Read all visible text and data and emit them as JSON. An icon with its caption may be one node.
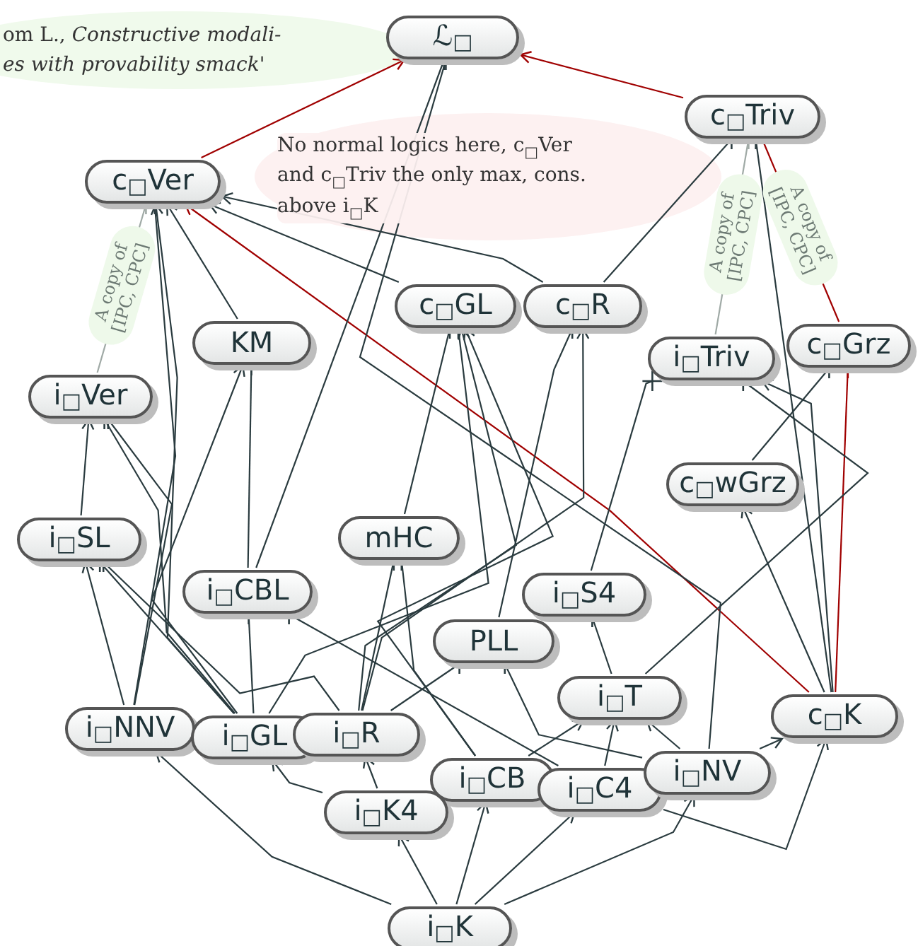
{
  "diagram": {
    "nodes": [
      {
        "text": [
          "ℒ$_{□}$"
        ]
      },
      {
        "text": [
          "c$_{□}$Triv"
        ]
      },
      {
        "text": [
          "c$_{□}$Ver"
        ]
      },
      {
        "text": [
          "c$_{□}$GL"
        ]
      },
      {
        "text": [
          "c$_{□}$R"
        ]
      },
      {
        "text": [
          "KM"
        ]
      },
      {
        "text": [
          "i$_{□}$Triv"
        ]
      },
      {
        "text": [
          "c$_{□}$Grz"
        ]
      },
      {
        "text": [
          "i$_{□}$Ver"
        ]
      },
      {
        "text": [
          "c$_{□}$wGrz"
        ]
      },
      {
        "text": [
          "i$_{□}$SL"
        ]
      },
      {
        "text": [
          "mHC"
        ]
      },
      {
        "text": [
          "i$_{□}$CBL"
        ]
      },
      {
        "text": [
          "i$_{□}$S4"
        ]
      },
      {
        "text": [
          "PLL"
        ]
      },
      {
        "text": [
          "i$_{□}$T"
        ]
      },
      {
        "text": [
          "c$_{□}$K"
        ]
      },
      {
        "text": [
          "i$_{□}$NNV"
        ]
      },
      {
        "text": [
          "i$_{□}$GL"
        ]
      },
      {
        "text": [
          "i$_{□}$R"
        ]
      },
      {
        "text": [
          "i$_{□}$CB"
        ]
      },
      {
        "text": [
          "i$_{□}$C4"
        ]
      },
      {
        "text": [
          "i$_{□}$NV"
        ]
      },
      {
        "text": [
          "i$_{□}$K4"
        ]
      },
      {
        "text": [
          "i$_{□}$K"
        ]
      }
    ],
    "edges": [
      {
        "from": 2,
        "to": 0,
        "arrow": "to",
        "color": "#a00000"
      },
      {
        "from": 1,
        "to": 0,
        "arrow": "to",
        "color": "#a00000"
      },
      {
        "from": 16,
        "to": 2,
        "arrow": "to",
        "color": "#a00000"
      },
      {
        "from": 16,
        "to": 7,
        "arrow": "other",
        "color": "#a00000"
      },
      {
        "from": 7,
        "to": 1,
        "arrow": "none",
        "color": "#a00000",
        "label": "A copy of [IPC, CPC]"
      },
      {
        "from": 8,
        "to": 2,
        "arrow": "other",
        "color": "#a0aaa6",
        "label": "A copy of [IPC, CPC]"
      },
      {
        "from": 6,
        "to": 1,
        "arrow": "other",
        "color": "#a0aaa6",
        "label": "A copy of [IPC, CPC]"
      },
      {
        "from": 24,
        "to": 17,
        "arrow": "to"
      },
      {
        "from": 24,
        "to": 23,
        "arrow": "to"
      },
      {
        "from": 24,
        "to": 20,
        "arrow": "to"
      },
      {
        "from": 24,
        "to": 21,
        "arrow": "to"
      },
      {
        "from": 24,
        "to": 22,
        "arrow": "to"
      },
      {
        "from": 23,
        "to": 18,
        "arrow": "to"
      },
      {
        "from": 23,
        "to": 19,
        "arrow": "to"
      },
      {
        "from": 17,
        "to": 10,
        "arrow": "to"
      },
      {
        "from": 10,
        "to": 8,
        "arrow": "to"
      },
      {
        "from": 22,
        "to": 15,
        "arrow": "to"
      },
      {
        "from": 21,
        "to": 15,
        "arrow": "to"
      },
      {
        "from": 20,
        "to": 15,
        "arrow": "to"
      },
      {
        "from": 22,
        "to": 16,
        "arrow": "to"
      },
      {
        "from": 21,
        "to": 16,
        "arrow": "to"
      },
      {
        "from": 5,
        "to": 2,
        "arrow": "to"
      },
      {
        "from": 3,
        "to": 2,
        "arrow": "to"
      },
      {
        "from": 4,
        "to": 2,
        "arrow": "to"
      },
      {
        "from": 18,
        "to": 2,
        "arrow": "to"
      },
      {
        "from": 19,
        "to": 3,
        "arrow": "to"
      },
      {
        "from": 19,
        "to": 4,
        "arrow": "to"
      },
      {
        "from": 16,
        "to": 9,
        "arrow": "to"
      },
      {
        "from": 16,
        "to": 6,
        "arrow": "to"
      },
      {
        "from": 12,
        "to": 0,
        "arrow": "other"
      },
      {
        "from": 22,
        "to": 0,
        "arrow": "other"
      },
      {
        "from": 17,
        "to": 2,
        "arrow": "other"
      },
      {
        "from": 12,
        "to": 5,
        "arrow": "other"
      },
      {
        "from": 18,
        "to": 3,
        "arrow": "other"
      },
      {
        "from": 11,
        "to": 3,
        "arrow": "other"
      },
      {
        "from": 14,
        "to": 4,
        "arrow": "other"
      },
      {
        "from": 4,
        "to": 1,
        "arrow": "other"
      },
      {
        "from": 16,
        "to": 1,
        "arrow": "other"
      },
      {
        "from": 15,
        "to": 6,
        "arrow": "other"
      },
      {
        "from": 13,
        "to": 6,
        "arrow": "other"
      },
      {
        "from": 9,
        "to": 7,
        "arrow": "other"
      },
      {
        "from": 17,
        "to": 8,
        "arrow": "other"
      },
      {
        "from": 18,
        "to": 8,
        "arrow": "other"
      },
      {
        "from": 18,
        "to": 10,
        "arrow": "other"
      },
      {
        "from": 19,
        "to": 10,
        "arrow": "other"
      },
      {
        "from": 19,
        "to": 11,
        "arrow": "other"
      },
      {
        "from": 20,
        "to": 11,
        "arrow": "other"
      },
      {
        "from": 18,
        "to": 12,
        "arrow": "other"
      },
      {
        "from": 21,
        "to": 12,
        "arrow": "other"
      },
      {
        "from": 15,
        "to": 13,
        "arrow": "other"
      },
      {
        "from": 19,
        "to": 14,
        "arrow": "other"
      },
      {
        "from": 22,
        "to": 14,
        "arrow": "other"
      },
      {
        "from": 18,
        "to": 5,
        "arrow": "to"
      },
      {
        "from": 20,
        "to": 3,
        "arrow": "to"
      }
    ],
    "labels": [
      "om L., *Constructive modali-*",
      "*es with provability smack'*",
      "No normal logics here, c$_{□}$Ver and c$_{□}$Triv the only max, cons. above i$_{□}$K"
    ]
  }
}
